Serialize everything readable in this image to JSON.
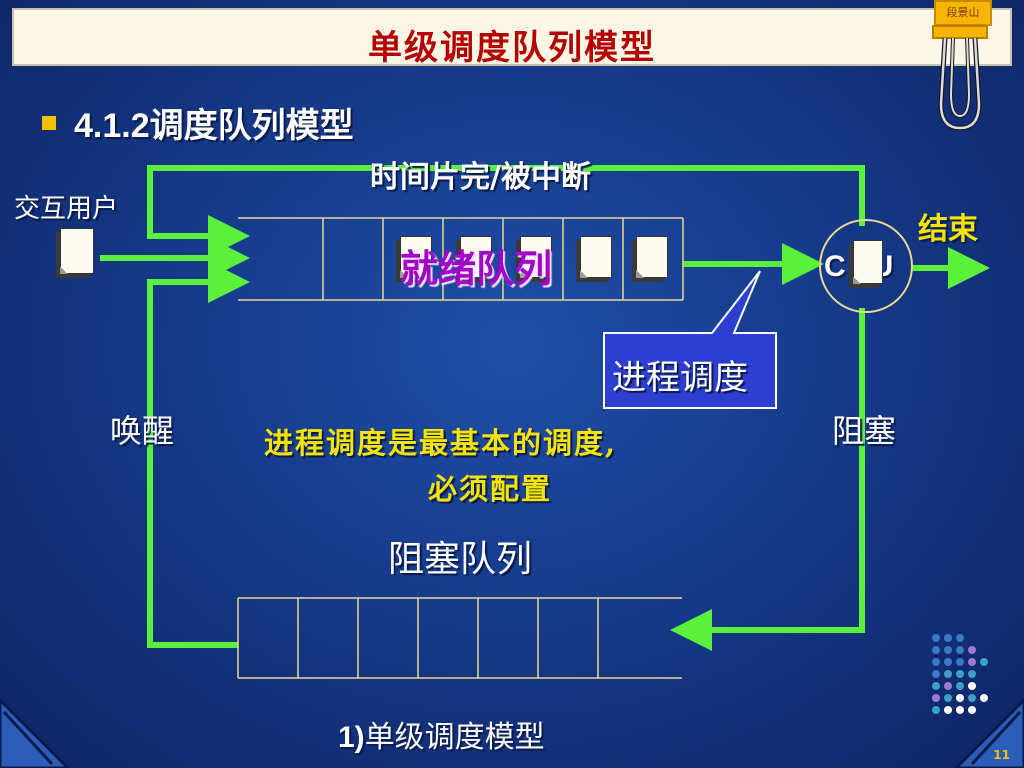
{
  "slide": {
    "title": "单级调度队列模型",
    "logo_text": "段景山",
    "section_number": "4.1.2",
    "section_title": "调度队列模型",
    "page_number": "11"
  },
  "diagram": {
    "top_loop_label": "时间片完/被中断",
    "interactive_user_label": "交互用户",
    "ready_queue_label": "就绪队列",
    "cpu_label": "CPU",
    "end_label": "结束",
    "callout_label": "进程调度",
    "wake_label": "唤醒",
    "block_label": "阻塞",
    "note_line1": "进程调度是最基本的调度,",
    "note_line2": "必须配置",
    "block_queue_label": "阻塞队列",
    "caption_number": "1)",
    "caption_text": "单级调度模型"
  },
  "colors": {
    "arrow_green": "#5af03c",
    "title_red": "#b40000",
    "label_yellow": "#f2e600",
    "ready_label_purple": "#a200c8",
    "callout_fill": "#2d3fd0"
  }
}
